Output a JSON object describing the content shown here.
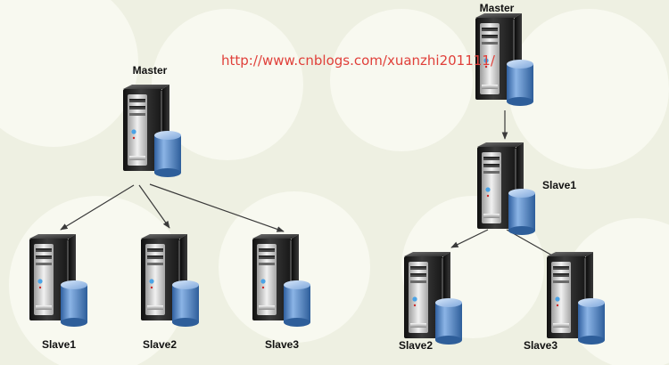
{
  "watermark": {
    "text": "http://www.cnblogs.com/xuanzhi201111/",
    "color": "#e0403a"
  },
  "colors": {
    "background": "#eef0e2",
    "background_pattern": "#f8f9f0",
    "server_body": "#2c2c2c",
    "server_face": "#d8d8d8",
    "cylinder": "#4f86c6",
    "edge": "#3a3a3a"
  },
  "trees": [
    {
      "name": "star-topology",
      "nodes": [
        {
          "id": "m1",
          "label": "Master",
          "icon": "server-with-database-icon"
        },
        {
          "id": "s1a",
          "label": "Slave1",
          "icon": "server-with-database-icon"
        },
        {
          "id": "s2a",
          "label": "Slave2",
          "icon": "server-with-database-icon"
        },
        {
          "id": "s3a",
          "label": "Slave3",
          "icon": "server-with-database-icon"
        }
      ],
      "edges": [
        {
          "from": "m1",
          "to": "s1a"
        },
        {
          "from": "m1",
          "to": "s2a"
        },
        {
          "from": "m1",
          "to": "s3a"
        }
      ]
    },
    {
      "name": "cascade-topology",
      "nodes": [
        {
          "id": "m2",
          "label": "Master",
          "icon": "server-with-database-icon"
        },
        {
          "id": "s1b",
          "label": "Slave1",
          "icon": "server-with-database-icon"
        },
        {
          "id": "s2b",
          "label": "Slave2",
          "icon": "server-with-database-icon"
        },
        {
          "id": "s3b",
          "label": "Slave3",
          "icon": "server-with-database-icon"
        }
      ],
      "edges": [
        {
          "from": "m2",
          "to": "s1b"
        },
        {
          "from": "s1b",
          "to": "s2b"
        },
        {
          "from": "s1b",
          "to": "s3b"
        }
      ]
    }
  ]
}
